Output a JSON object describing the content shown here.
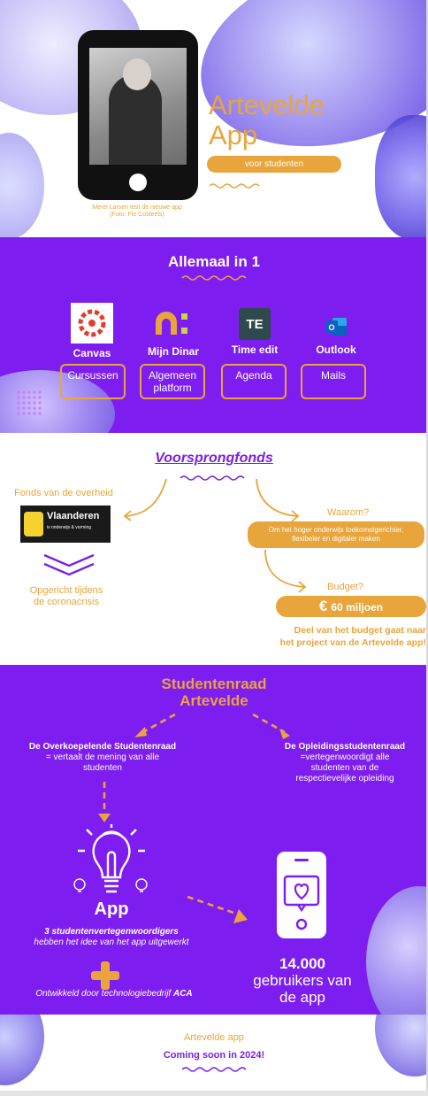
{
  "hero": {
    "title_line1": "Artevelde",
    "title_line2": "App",
    "tag": "voor studenten",
    "caption_line1": "Merel Larsen test de nieuwe app",
    "caption_line2": "(Foto: Flo Costeels)"
  },
  "allin1": {
    "title": "Allemaal in 1",
    "tools": [
      {
        "name": "Canvas",
        "icon": "canvas-icon",
        "box": "Cursussen"
      },
      {
        "name": "Mijn Dinar",
        "icon": "dinar-icon",
        "box_line1": "Algemeen",
        "box_line2": "platform"
      },
      {
        "name": "Time edit",
        "icon": "timeedit-icon",
        "icon_text": "TE",
        "box": "Agenda"
      },
      {
        "name": "Outlook",
        "icon": "outlook-icon",
        "box": "Mails"
      }
    ]
  },
  "fund": {
    "title": "Voorsprongfonds",
    "left_label": "Fonds van de overheid",
    "logo_name": "Vlaanderen",
    "logo_sub": "is onderwijs & vorming",
    "left_note_line1": "Opgericht tijdens",
    "left_note_line2": "de coronacrisis",
    "why_label": "Waarom?",
    "why_text_line1": "Om het hoger onderwijs toekomstgerichter,",
    "why_text_line2": "flexibeler en digitaler maken",
    "budget_label": "Budget?",
    "budget_value": "60 miljoen",
    "budget_symbol": "€",
    "budget_note_line1": "Deel van het budget gaat naar",
    "budget_note_line2": "het project van de Artevelde app!"
  },
  "council": {
    "title_line1": "Studentenraad",
    "title_line2": "Artevelde",
    "left_head": "De Overkoepelende Studentenraad",
    "left_line1": "= vertaalt de mening van alle",
    "left_line2": "studenten",
    "right_head": "De Opleidingsstudentenraad",
    "right_line1": "=vertegenwoordigt alle",
    "right_line2": "studenten van de",
    "right_line3": "respectievelijke opleiding",
    "app_label": "App",
    "idea_line1": "3 studentenvertegenwoordigers",
    "idea_line2": "hebben het idee van het app uitgewerkt",
    "dev_text": "Ontwikkeld door technologiebedrijf",
    "dev_company": "ACA",
    "users_number": "14.000",
    "users_line1": "gebruikers van",
    "users_line2": "de app"
  },
  "footer": {
    "line1": "Artevelde app",
    "line2": "Coming soon in 2024!"
  },
  "colors": {
    "purple": "#7e1df0",
    "orange": "#e8a53b"
  }
}
